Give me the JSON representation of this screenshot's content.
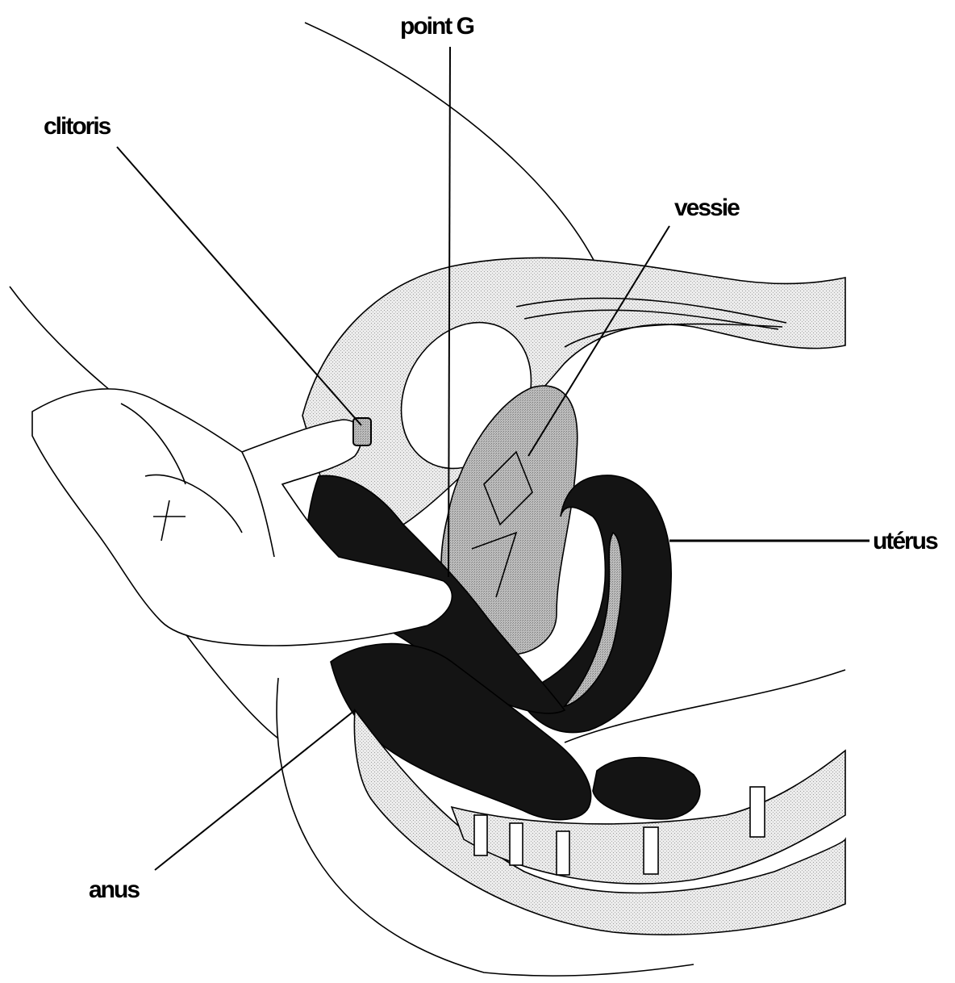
{
  "labels": {
    "point_g": "point G",
    "clitoris": "clitoris",
    "vessie": "vessie",
    "uterus": "utérus",
    "anus": "anus"
  },
  "colors": {
    "ink": "#000000",
    "dark_tissue": "#141414",
    "light_tissue": "#e4e4e4",
    "mid_tissue": "#b4b4b4",
    "background": "#ffffff"
  }
}
